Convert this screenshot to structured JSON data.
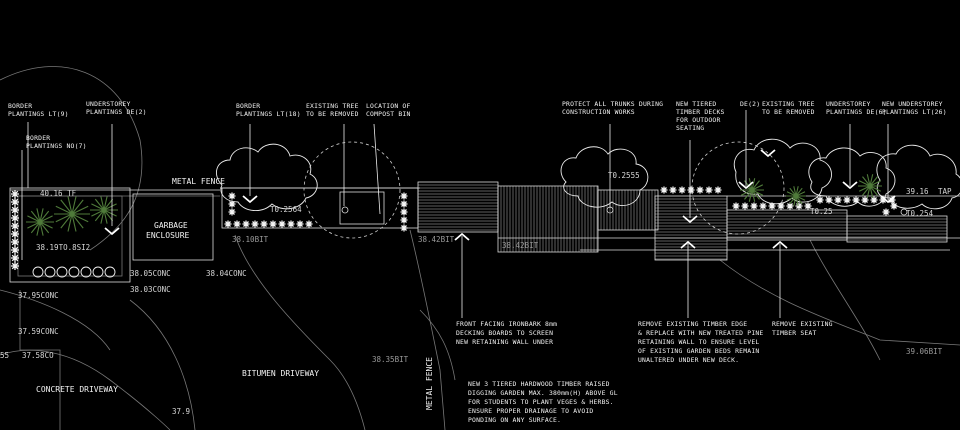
{
  "labels": {
    "border_plantings_lt9": [
      "BORDER",
      "PLANTINGS LT(9)"
    ],
    "border_plantings_no7": [
      "BORDER",
      "PLANTINGS NO(7)"
    ],
    "understorey_de2": [
      "UNDERSTOREY",
      "PLANTINGS DE(2)"
    ],
    "border_plantings_lt18": [
      "BORDER",
      "PLANTINGS LT(18)"
    ],
    "existing_tree_removed_1": [
      "EXISTING TREE",
      "TO BE REMOVED"
    ],
    "compost_bin": [
      "LOCATION OF",
      "COMPOST BIN"
    ],
    "protect_trunks": [
      "PROTECT ALL TRUNKS DURING",
      "CONSTRUCTION WORKS"
    ],
    "tiered_decks": [
      "NEW TIERED",
      "TIMBER DECKS",
      "FOR OUTDOOR",
      "SEATING"
    ],
    "de2": [
      "DE(2)"
    ],
    "existing_tree_removed_2": [
      "EXISTING TREE",
      "TO BE REMOVED"
    ],
    "understorey_de6": [
      "UNDERSTOREY",
      "PLANTINGS DE(6)"
    ],
    "new_understorey_lt26": [
      "NEW UNDERSTOREY",
      "PLANTINGS LT(26)"
    ],
    "metal_fence": "METAL FENCE",
    "metal_fence_vertical": "METAL FENCE",
    "garbage_enclosure": [
      "GARBAGE",
      "ENCLOSURE"
    ],
    "bitumen_driveway": "BITUMEN DRIVEWAY",
    "concrete_driveway": "CONCRETE DRIVEWAY",
    "front_facing": [
      "FRONT FACING IRONBARK 8mm",
      "DECKING BOARDS TO SCREEN",
      "NEW RETAINING WALL UNDER"
    ],
    "remove_timber_edge": [
      "REMOVE EXISTING TIMBER EDGE",
      "& REPLACE WITH NEW TREATED PINE",
      "RETAINING WALL TO ENSURE LEVEL",
      "OF EXISTING GARDEN BEDS REMAIN",
      "UNALTERED UNDER NEW DECK."
    ],
    "remove_timber_seat": [
      "REMOVE EXISTING",
      "TIMBER SEAT"
    ],
    "raised_garden": [
      "NEW 3 TIERED HARDWOOD TIMBER RAISED",
      "DIGGING GARDEN MAX. 380mm(H) ABOVE GL",
      "FOR STUDENTS TO PLANT VEGES & HERBS.",
      "ENSURE PROPER DRAINAGE TO AVOID",
      "PONDING ON ANY SURFACE."
    ]
  },
  "levels": {
    "l_4016tf": "40.16 TF",
    "l_3819": "38.19TO.8SI2",
    "l_3805": "38.05CONC",
    "l_3803": "38.03CONC",
    "l_3804": "38.04CONC",
    "l_3795": "37.95CONC",
    "l_3759": "37.59CONC",
    "l_3758": "37.58CO",
    "l_55": "55",
    "l_3799": "37.9",
    "l_2564": "T0.2564",
    "l_3810": "38.10BIT",
    "l_3842": "38.42BIT",
    "l_3842b": "38.42BIT",
    "l_2555": "T0.2555",
    "l_3835": "38.35BIT",
    "l_3916": "39.16",
    "l_tap": "TAP",
    "l_254": "T0.254",
    "l_25": "T0.25",
    "l_3906": "39.06BIT"
  }
}
